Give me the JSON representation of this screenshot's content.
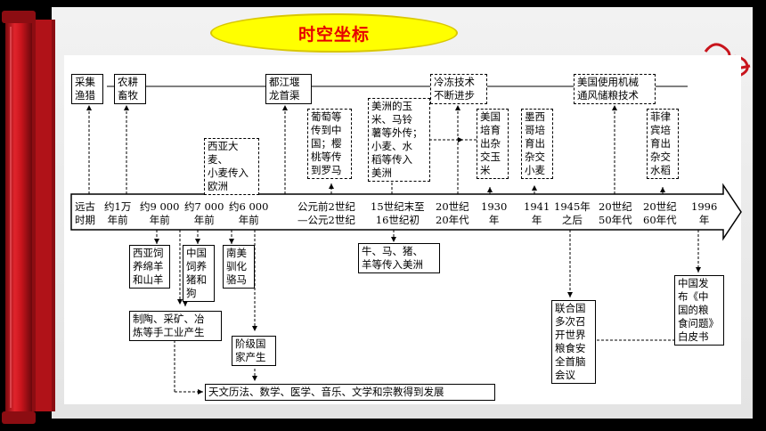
{
  "title": "时空坐标",
  "top_events": [
    {
      "id": "caiji",
      "text": "采集\n渔猎"
    },
    {
      "id": "nonggeng",
      "text": "农耕\n畜牧"
    },
    {
      "id": "dujiangyan",
      "text": "都江堰\n龙首渠"
    },
    {
      "id": "lengdong",
      "text": "冷冻技术\n不断进步"
    },
    {
      "id": "meiguo-jixie",
      "text": "美国使用机械\n通风储粮技术"
    }
  ],
  "upper_events": [
    {
      "id": "xiya-damai",
      "text": "西亚大麦、\n小麦传入\n欧洲"
    },
    {
      "id": "putao",
      "text": "葡萄等\n传到中\n国；樱\n桃等传\n到罗马"
    },
    {
      "id": "meizhou-yumi",
      "text": "美洲的玉\n米、马铃\n薯等外传；\n小麦、水\n稻等传入\n美洲"
    },
    {
      "id": "meiguo-zajiao",
      "text": "美国\n培育\n出杂\n交玉\n米"
    },
    {
      "id": "moxige",
      "text": "墨西\n哥培\n育出\n杂交\n小麦"
    },
    {
      "id": "feilvbin",
      "text": "菲律\n宾培\n育出\n杂交\n水稻"
    }
  ],
  "timeline_labels": [
    {
      "id": "yuangu",
      "text": "远古\n时期"
    },
    {
      "id": "yue1wan",
      "text": "约1万\n年前"
    },
    {
      "id": "yue9000",
      "text": "约9 000\n年前"
    },
    {
      "id": "yue7000",
      "text": "约7 000\n年前"
    },
    {
      "id": "yue6000",
      "text": "约6 000\n年前"
    },
    {
      "id": "gongyuan",
      "text": "公元前2世纪\n—公元2世纪"
    },
    {
      "id": "15shiji",
      "text": "15世纪末至\n16世纪初"
    },
    {
      "id": "20shiji20",
      "text": "20世纪\n20年代"
    },
    {
      "id": "1930",
      "text": "1930\n年"
    },
    {
      "id": "1941",
      "text": "1941\n年"
    },
    {
      "id": "1945",
      "text": "1945年\n之后"
    },
    {
      "id": "20shiji50",
      "text": "20世纪\n50年代"
    },
    {
      "id": "20shiji60",
      "text": "20世纪\n60年代"
    },
    {
      "id": "1996",
      "text": "1996\n年"
    }
  ],
  "lower_events": [
    {
      "id": "xiya-siyang",
      "text": "西亚饲\n养绵羊\n和山羊"
    },
    {
      "id": "zhongguo-siyang",
      "text": "中国\n饲养\n猪和\n狗"
    },
    {
      "id": "nanmei",
      "text": "南美\n驯化\n骆马"
    },
    {
      "id": "niuma",
      "text": "牛、马、猪、\n羊等传入美洲"
    },
    {
      "id": "zhitao",
      "text": "制陶、采矿、冶\n炼等手工业产生"
    },
    {
      "id": "jieji",
      "text": "阶级国\n家产生"
    },
    {
      "id": "tianwen",
      "text": "天文历法、数学、医学、音乐、文学和宗教得到发展"
    },
    {
      "id": "lianheguo",
      "text": "联合国\n多次召\n开世界\n粮食安\n全首脑\n会议"
    },
    {
      "id": "baipishu",
      "text": "中国发\n布《中\n国的粮\n食问题》\n白皮书"
    }
  ],
  "colors": {
    "scroll_red": "#c8141c",
    "title_bg": "#ffff00",
    "title_text": "#e60000",
    "arrow_gray": "#b8b8b8"
  }
}
